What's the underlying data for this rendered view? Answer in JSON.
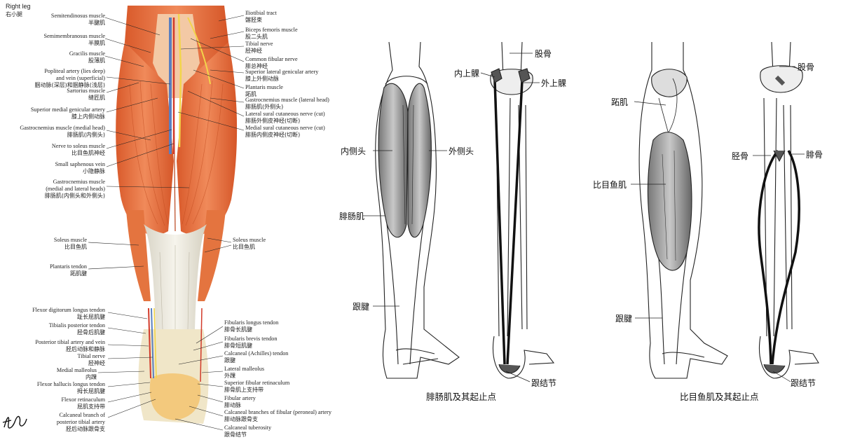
{
  "left": {
    "corner_en": "Right leg",
    "corner_zh": "右小腿",
    "signature": "F. Netter",
    "labels_left": [
      {
        "en": "Semitendinosus muscle",
        "zh": "半腱肌"
      },
      {
        "en": "Semimembranosus muscle",
        "zh": "半膜肌"
      },
      {
        "en": "Gracilis muscle",
        "zh": "股薄肌"
      },
      {
        "en": "Popliteal artery (lies deep)",
        "en2": "and vein (superficial)",
        "zh": "腘动脉(深层)和腘静脉(浅层)"
      },
      {
        "en": "Sartorius muscle",
        "zh": "缝匠肌"
      },
      {
        "en": "Superior medial genicular artery",
        "zh": "膝上内侧动脉"
      },
      {
        "en": "Gastrocnemius muscle (medial head)",
        "zh": "腓肠肌(内侧头)"
      },
      {
        "en": "Nerve to soleus muscle",
        "zh": "比目鱼肌神经"
      },
      {
        "en": "Small saphenous vein",
        "zh": "小隐静脉"
      },
      {
        "en": "Gastrocnemius muscle",
        "en2": "(medial and lateral heads)",
        "zh": "腓肠肌(内侧头和外侧头)"
      },
      {
        "en": "Soleus muscle",
        "zh": "比目鱼肌"
      },
      {
        "en": "Plantaris tendon",
        "zh": "跖肌腱"
      },
      {
        "en": "Flexor digitorum longus tendon",
        "zh": "趾长屈肌腱"
      },
      {
        "en": "Tibialis posterior tendon",
        "zh": "胫骨后肌腱"
      },
      {
        "en": "Posterior tibial artery and vein",
        "zh": "胫后动脉和静脉"
      },
      {
        "en": "Tibial nerve",
        "zh": "胫神经"
      },
      {
        "en": "Medial malleolus",
        "zh": "内踝"
      },
      {
        "en": "Flexor hallucis longus tendon",
        "zh": "拇长屈肌腱"
      },
      {
        "en": "Flexor retinaculum",
        "zh": "屈肌支持带"
      },
      {
        "en": "Calcaneal branch of",
        "en2": "posterior tibial artery",
        "zh": "胫后动脉跟骨支"
      }
    ],
    "labels_right": [
      {
        "en": "Iliotibial tract",
        "zh": "髂胫束"
      },
      {
        "en": "Biceps femoris muscle",
        "zh": "股二头肌"
      },
      {
        "en": "Tibial nerve",
        "zh": "胫神经"
      },
      {
        "en": "Common fibular nerve",
        "zh": "腓总神经"
      },
      {
        "en": "Superior lateral genicular artery",
        "zh": "膝上外侧动脉"
      },
      {
        "en": "Plantaris muscle",
        "zh": "跖肌"
      },
      {
        "en": "Gastrocnemius muscle (lateral head)",
        "zh": "腓肠肌(外侧头)"
      },
      {
        "en": "Lateral sural cutaneous nerve (cut)",
        "zh": "腓肠外侧皮神经(切断)"
      },
      {
        "en": "Medial sural cutaneous nerve (cut)",
        "zh": "腓肠内侧皮神经(切断)"
      },
      {
        "en": "Soleus muscle",
        "zh": "比目鱼肌"
      },
      {
        "en": "Fibularis longus tendon",
        "zh": "腓骨长肌腱"
      },
      {
        "en": "Fibularis brevis tendon",
        "zh": "腓骨短肌腱"
      },
      {
        "en": "Calcaneal (Achilles) tendon",
        "zh": "跟腱"
      },
      {
        "en": "Lateral malleolus",
        "zh": "外踝"
      },
      {
        "en": "Superior fibular retinaculum",
        "zh": "腓骨肌上支持带"
      },
      {
        "en": "Fibular artery",
        "zh": "腓动脉"
      },
      {
        "en": "Calcaneal branches of fibular (peroneal) artery",
        "zh": "腓动脉跟骨支"
      },
      {
        "en": "Calcaneal tuberosity",
        "zh": "跟骨结节"
      }
    ]
  },
  "middle": {
    "labels": {
      "femur": "股骨",
      "medial_epicondyle": "内上髁",
      "lateral_epicondyle": "外上髁",
      "medial_head": "内侧头",
      "lateral_head": "外侧头",
      "gastrocnemius": "腓肠肌",
      "achilles": "跟腱",
      "tuberosity": "跟结节"
    },
    "caption": "腓肠肌及其起止点"
  },
  "right": {
    "labels": {
      "femur": "股骨",
      "plantaris": "跖肌",
      "tibia": "胫骨",
      "fibula": "腓骨",
      "soleus": "比目鱼肌",
      "achilles": "跟腱",
      "tuberosity": "跟结节"
    },
    "caption": "比目鱼肌及其起止点"
  },
  "colors": {
    "muscle": "#e8703f",
    "muscle_light": "#f4a37a",
    "tendon": "#ece8dc",
    "nerve": "#f2d54a",
    "artery": "#d23a2a",
    "vein": "#5a7fc0",
    "line": "#222222"
  }
}
